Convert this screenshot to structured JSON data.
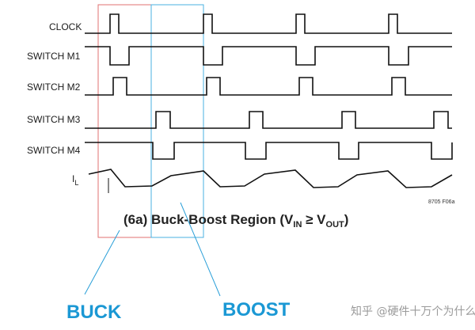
{
  "signals": [
    {
      "label": "CLOCK"
    },
    {
      "label": "SWITCH M1"
    },
    {
      "label": "SWITCH M2"
    },
    {
      "label": "SWITCH M3"
    },
    {
      "label": "SWITCH M4"
    }
  ],
  "inductor_current": {
    "label_main": "I",
    "label_sub": "L"
  },
  "figure_ref": "8705 F06a",
  "caption": {
    "prefix": "(6a) Buck-Boost Region (V",
    "vin_sub": "IN",
    "middle": " ≥ V",
    "vout_sub": "OUT",
    "suffix": ")"
  },
  "regions": {
    "buck": {
      "label": "BUCK",
      "color": "#e07070"
    },
    "boost": {
      "label": "BOOST",
      "color": "#4ab0e0"
    }
  },
  "watermark": "知乎 @硬件十万个为什么",
  "colors": {
    "waveform": "#111111",
    "callout": "#1b98d4"
  }
}
